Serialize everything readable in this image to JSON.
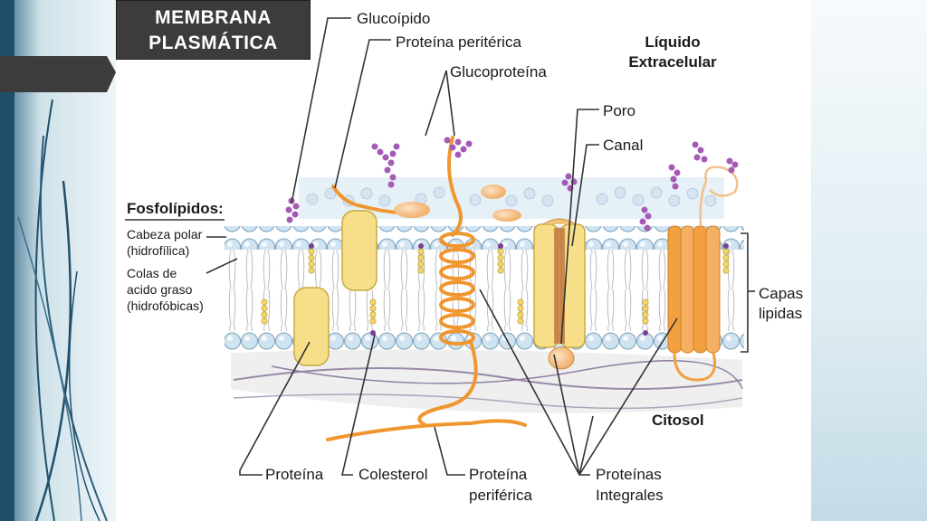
{
  "slide_title": {
    "line1": "MEMBRANA",
    "line2": "PLASMÁTICA"
  },
  "labels": {
    "glucolipido": "Glucoípido",
    "proteina_periferica_top": "Proteína peritérica",
    "glucoproteina": "Glucoproteína",
    "liquido_line1": "Líquido",
    "liquido_line2": "Extracelular",
    "poro": "Poro",
    "canal": "Canal",
    "fosfolipidos": "Fosfolípidos:",
    "cabeza_line1": "Cabeza polar",
    "cabeza_line2": "(hidrofílica)",
    "colas_line1": "Colas de",
    "colas_line2": "acido graso",
    "colas_line3": "(hidrofóbicas)",
    "capas_line1": "Capas",
    "capas_line2": "lipidas",
    "citosol": "Citosol",
    "proteina": "Proteína",
    "colesterol": "Colesterol",
    "proteina_periferica_bottom_line1": "Proteína",
    "proteina_periferica_bottom_line2": "periférica",
    "integrales_line1": "Proteínas",
    "integrales_line2": "Integrales"
  },
  "colors": {
    "title_box": "#3c3c3c",
    "head_blue": "#cfe3f0",
    "protein_yellow": "#f7df8a",
    "protein_orange": "#f2a040",
    "sugar_purple": "#a45bb5",
    "background_stripes": "#1f4f6b"
  }
}
